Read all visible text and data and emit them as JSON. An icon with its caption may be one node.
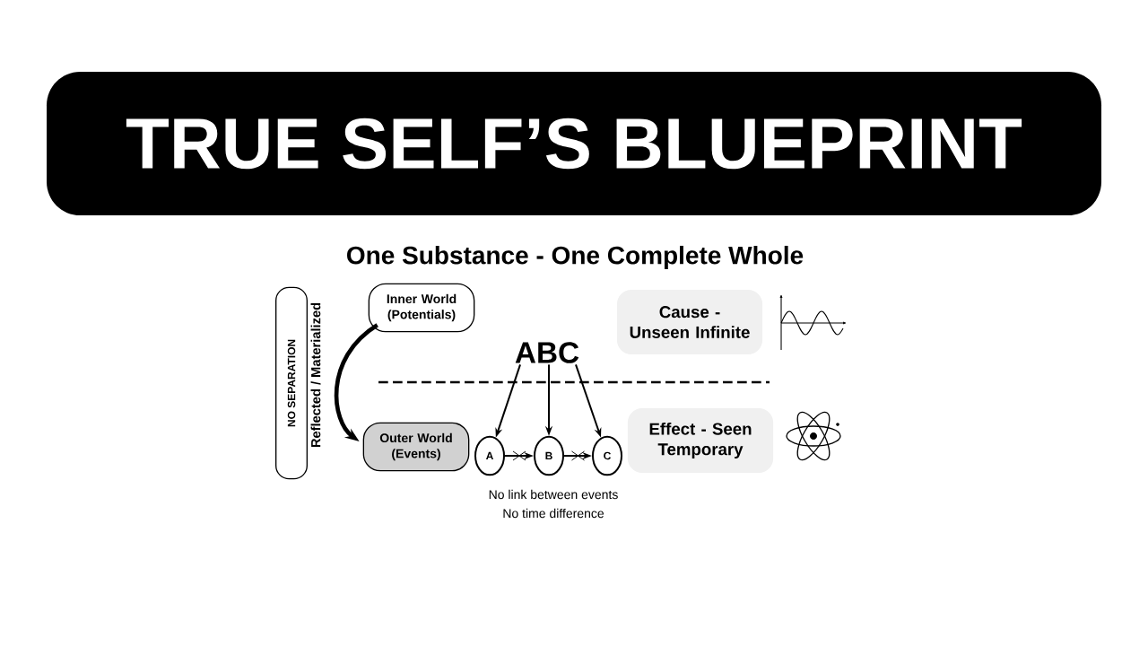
{
  "diagram": {
    "title": "TRUE SELF’S BLUEPRINT",
    "nodes": [
      {
        "text": [
          "NO SEPARATION"
        ]
      },
      {
        "text": [
          "Inner World (Potentials)"
        ]
      },
      {
        "text": [
          "Outer World (Events)"
        ]
      },
      {
        "text": [
          "ABC"
        ]
      },
      {
        "text": [
          "A"
        ]
      },
      {
        "text": [
          "B"
        ]
      },
      {
        "text": [
          "C"
        ]
      },
      {
        "text": [
          "Cause - Unseen Infinite"
        ]
      },
      {
        "text": [
          "Effect - Seen Temporary"
        ]
      }
    ],
    "edges": [
      {
        "from": 1,
        "to": 2,
        "arrow": "to",
        "label": "Reflected / Materialized",
        "style": "thick"
      },
      {
        "from": 3,
        "to": 4,
        "arrow": "to"
      },
      {
        "from": 3,
        "to": 5,
        "arrow": "to"
      },
      {
        "from": 3,
        "to": 6,
        "arrow": "to"
      },
      {
        "from": 4,
        "to": 5,
        "arrow": "to"
      },
      {
        "from": 5,
        "to": 6,
        "arrow": "to"
      }
    ],
    "labels": [
      "One Substance - One Complete Whole",
      "No link between events",
      "No time difference"
    ]
  }
}
